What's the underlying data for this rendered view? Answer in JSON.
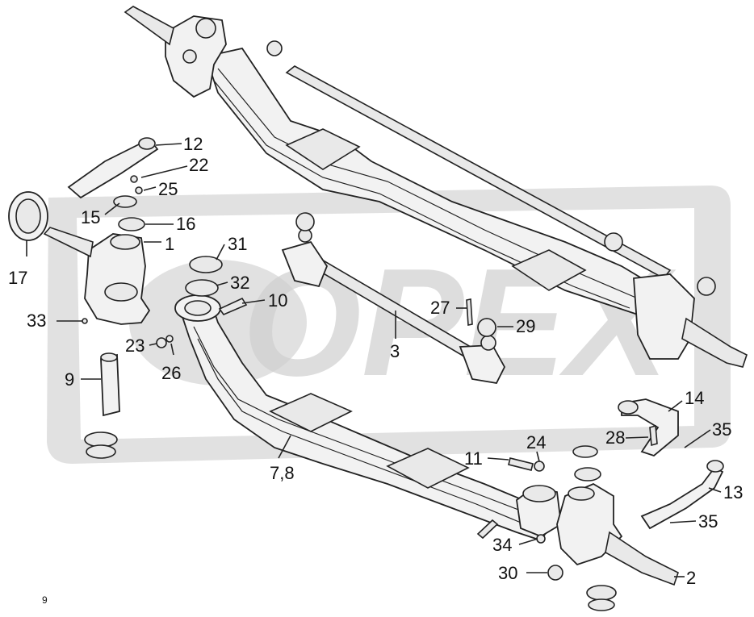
{
  "diagram": {
    "watermark": "OPEX",
    "callouts": [
      {
        "id": "c12",
        "text": "12"
      },
      {
        "id": "c22",
        "text": "22"
      },
      {
        "id": "c25",
        "text": "25"
      },
      {
        "id": "c15",
        "text": "15"
      },
      {
        "id": "c16",
        "text": "16"
      },
      {
        "id": "c17",
        "text": "17"
      },
      {
        "id": "c1",
        "text": "1"
      },
      {
        "id": "c31",
        "text": "31"
      },
      {
        "id": "c32",
        "text": "32"
      },
      {
        "id": "c10",
        "text": "10"
      },
      {
        "id": "c33",
        "text": "33"
      },
      {
        "id": "c23",
        "text": "23"
      },
      {
        "id": "c26",
        "text": "26"
      },
      {
        "id": "c9",
        "text": "9"
      },
      {
        "id": "c3",
        "text": "3"
      },
      {
        "id": "c27",
        "text": "27"
      },
      {
        "id": "c29",
        "text": "29"
      },
      {
        "id": "c14",
        "text": "14"
      },
      {
        "id": "c35a",
        "text": "35"
      },
      {
        "id": "c28",
        "text": "28"
      },
      {
        "id": "c24",
        "text": "24"
      },
      {
        "id": "c11",
        "text": "11"
      },
      {
        "id": "c78",
        "text": "7,8"
      },
      {
        "id": "c13",
        "text": "13"
      },
      {
        "id": "c35b",
        "text": "35"
      },
      {
        "id": "c34",
        "text": "34"
      },
      {
        "id": "c30",
        "text": "30"
      },
      {
        "id": "c2",
        "text": "2"
      },
      {
        "id": "c9s",
        "text": "9"
      }
    ]
  }
}
